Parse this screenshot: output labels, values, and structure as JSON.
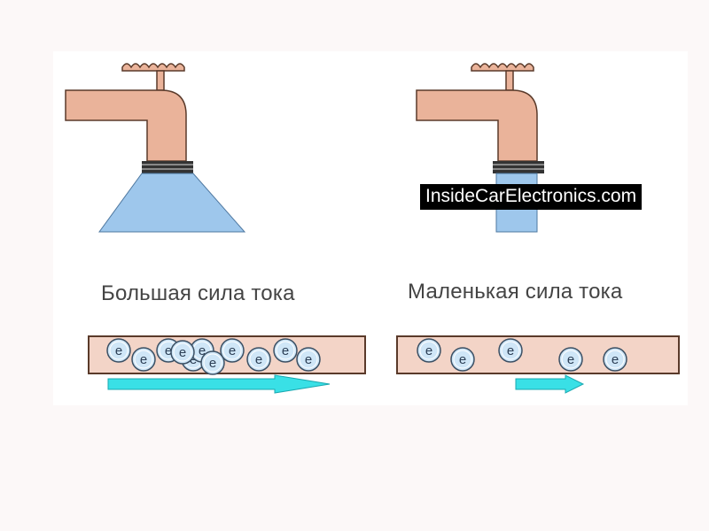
{
  "labels": {
    "high_current": "Большая сила тока",
    "low_current": "Маленькая сила тока"
  },
  "watermark": "InsideCarElectronics.com",
  "electron_symbol": "e",
  "colors": {
    "pipe": "#eab39a",
    "pipe_stroke": "#5a3a2a",
    "water": "#9ec7ec",
    "electron_fill": "#cfe6f7",
    "electron_stroke": "#3b4f63",
    "arrow": "#39e0e6"
  },
  "wires": {
    "left": {
      "electron_count": 11
    },
    "right": {
      "electron_count": 5
    }
  }
}
